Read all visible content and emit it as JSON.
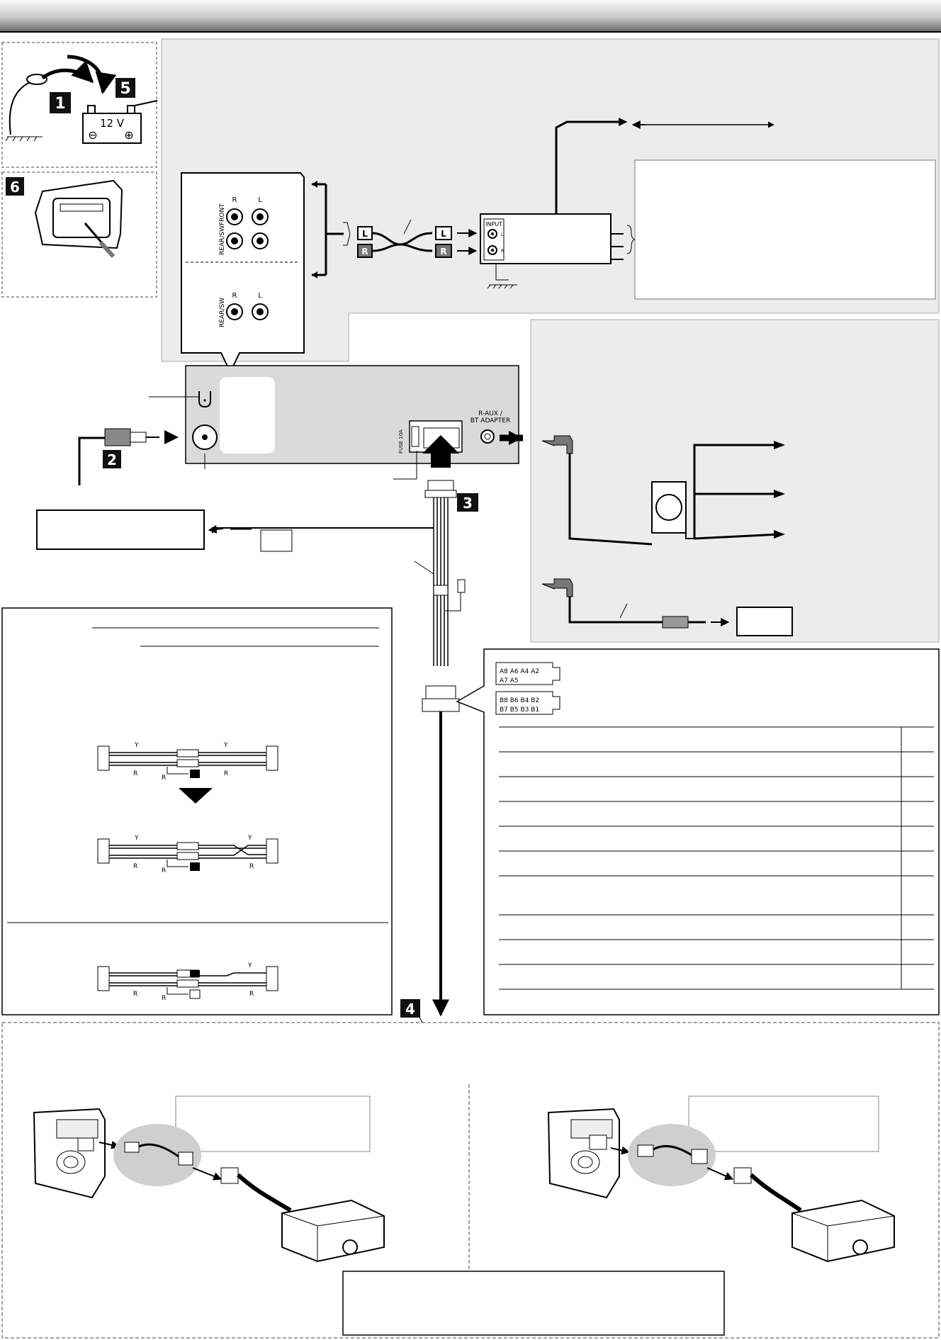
{
  "steps": {
    "s1": "1",
    "s2": "2",
    "s3": "3",
    "s4": "4",
    "s5": "5",
    "s6": "6"
  },
  "battery": {
    "voltage": "12 V",
    "minus": "⊖",
    "plus": "⊕"
  },
  "unit_jacks": {
    "r": "R",
    "l": "L",
    "front": "FRONT",
    "rear_sw": "REAR/SW",
    "r2": "R",
    "l2": "L",
    "rear_sw2": "REAR/SW"
  },
  "rca": {
    "l": "L",
    "r": "R",
    "l2": "L",
    "r2": "R"
  },
  "amp": {
    "input": "INPUT",
    "l": "L",
    "r": "R"
  },
  "head_unit": {
    "raux": "R-AUX /",
    "bt": "BT ADAPTER",
    "fuse": "FUSE 10A"
  },
  "wire_colors": {
    "y": "Y",
    "r": "R"
  },
  "iso_pins": {
    "row1": "A8 A6 A4 A2",
    "row2": "A7 A5",
    "row3": "B8 B6 B4 B2",
    "row4": "B7 B5 B3 B1"
  },
  "colors": {
    "panel_grey": "#ececec",
    "unit_grey": "#dadada",
    "header_dark": "#222222"
  }
}
